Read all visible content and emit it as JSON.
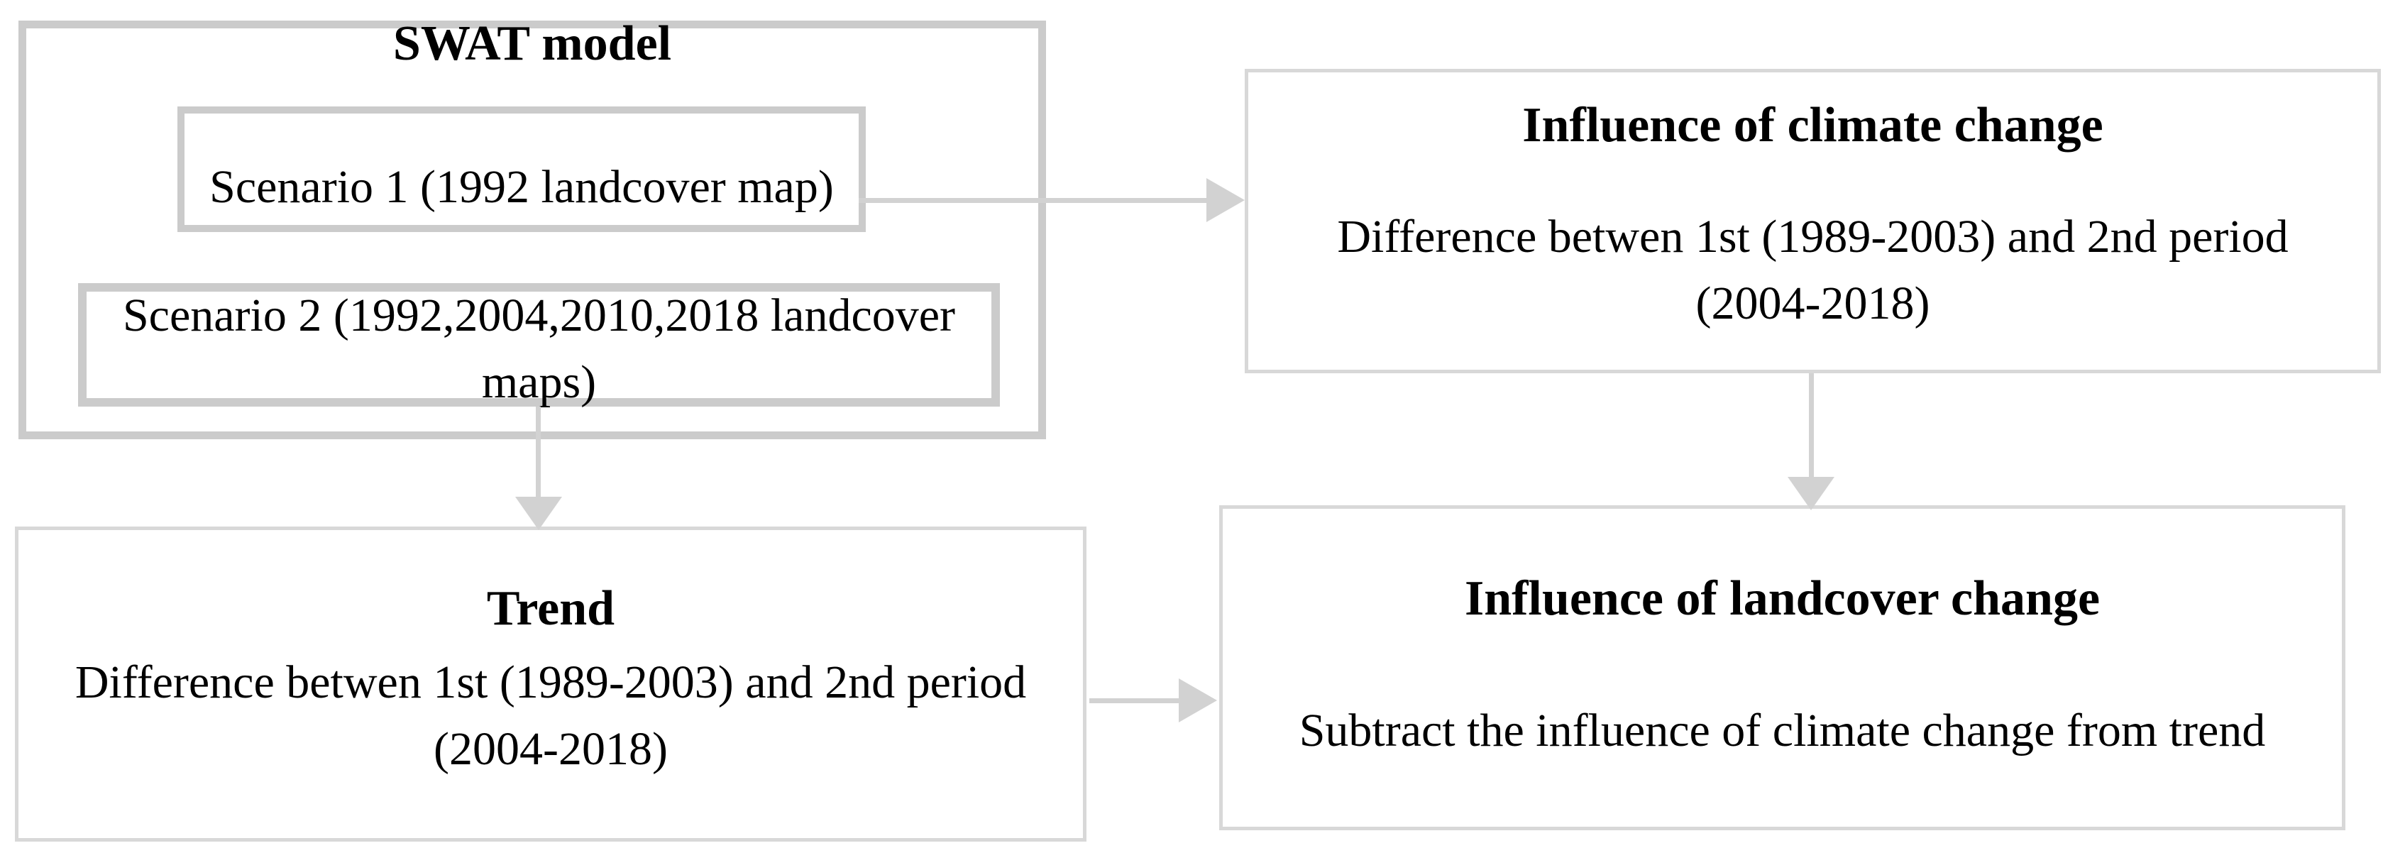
{
  "diagram": {
    "swat": {
      "title": "SWAT model",
      "scenario1_label": "Scenario 1 (1992 landcover map)",
      "scenario2_label": "Scenario 2 (1992,2004,2010,2018 landcover maps)"
    },
    "climate": {
      "title": "Influence of climate change",
      "body": "Difference betwen 1st (1989-2003) and 2nd period (2004-2018)"
    },
    "trend": {
      "title": "Trend",
      "body": "Difference betwen 1st (1989-2003) and 2nd period (2004-2018)"
    },
    "landcover": {
      "title": "Influence of landcover change",
      "body": "Subtract the influence of climate change from trend"
    },
    "colors": {
      "thick_border": "#cbcbcb",
      "thin_border": "#d8d8d8",
      "arrow": "#d2d2d2",
      "text": "#000000",
      "background": "#ffffff"
    }
  }
}
